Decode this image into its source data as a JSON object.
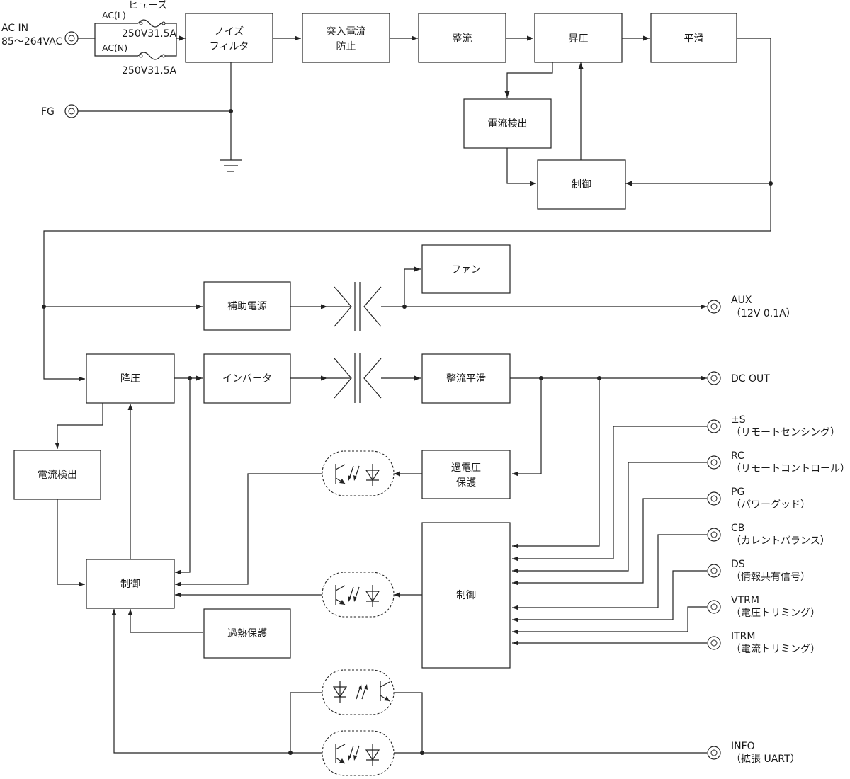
{
  "input": {
    "ac_in_label": "AC IN",
    "ac_in_range": "85～264VAC",
    "fg_label": "FG",
    "fuse_header": "ヒューズ",
    "line_l": "AC(L)",
    "line_n": "AC(N)",
    "fuse_l_rating": "250V31.5A",
    "fuse_n_rating": "250V31.5A"
  },
  "blocks": {
    "noise_filter": [
      "ノイズ",
      "フィルタ"
    ],
    "inrush": [
      "突入電流",
      "防止"
    ],
    "rectify": "整流",
    "boost": "昇圧",
    "smooth": "平滑",
    "pfc_current_detect": "電流検出",
    "pfc_control": "制御",
    "fan": "ファン",
    "aux_power": "補助電源",
    "buck": "降圧",
    "inverter": "インバータ",
    "rect_smooth": "整流平滑",
    "current_detect": "電流検出",
    "ovp": [
      "過電圧",
      "保護"
    ],
    "primary_control": "制御",
    "secondary_control": "制御",
    "otp": "過熱保護"
  },
  "outputs": [
    {
      "label": "AUX",
      "desc": "（12V 0.1A）"
    },
    {
      "label": "DC OUT",
      "desc": ""
    },
    {
      "label": "±S",
      "desc": "（リモートセンシング）"
    },
    {
      "label": "RC",
      "desc": "（リモートコントロール）"
    },
    {
      "label": "PG",
      "desc": "（パワーグッド）"
    },
    {
      "label": "CB",
      "desc": "（カレントバランス）"
    },
    {
      "label": "DS",
      "desc": "（情報共有信号）"
    },
    {
      "label": "VTRM",
      "desc": "（電圧トリミング）"
    },
    {
      "label": "ITRM",
      "desc": "（電流トリミング）"
    },
    {
      "label": "INFO",
      "desc": "（拡張 UART）"
    }
  ]
}
